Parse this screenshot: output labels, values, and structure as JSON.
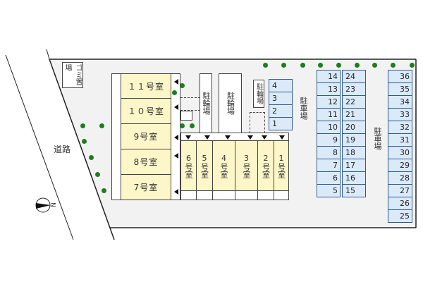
{
  "map": {
    "road_label": "道路",
    "compass_label": "N",
    "garbage_label": "ゴミ置場",
    "bicycle_parking_label": "駐輪場",
    "parking_label": "駐車場",
    "colors": {
      "lot_fill": "#f2f2f2",
      "room_fill": "#fdf6c8",
      "parking_fill": "#dbeaf9",
      "parking_border": "#2f5b8f",
      "tree": "#1e7d1e"
    }
  },
  "rooms_horizontal": [
    {
      "label": "１１号室"
    },
    {
      "label": "１０号室"
    },
    {
      "label": "9号室"
    },
    {
      "label": "8号室"
    },
    {
      "label": "7号室"
    }
  ],
  "rooms_vertical": [
    {
      "num": "6",
      "label": "号室"
    },
    {
      "num": "5",
      "label": "号室"
    },
    {
      "num": "4",
      "label": "号室"
    },
    {
      "num": "3",
      "label": "号室"
    },
    {
      "num": "2",
      "label": "号室"
    },
    {
      "num": "1",
      "label": "号室"
    }
  ],
  "parking_small": [
    "4",
    "3",
    "2",
    "1"
  ],
  "parking_col_a": [
    "14",
    "13",
    "12",
    "11",
    "10",
    "9",
    "8",
    "7",
    "6",
    "5"
  ],
  "parking_col_b": [
    "24",
    "23",
    "22",
    "21",
    "20",
    "19",
    "18",
    "17",
    "16",
    "15"
  ],
  "parking_col_c": [
    "36",
    "35",
    "34",
    "33",
    "32",
    "31",
    "30",
    "29",
    "28",
    "27",
    "26",
    "25"
  ]
}
